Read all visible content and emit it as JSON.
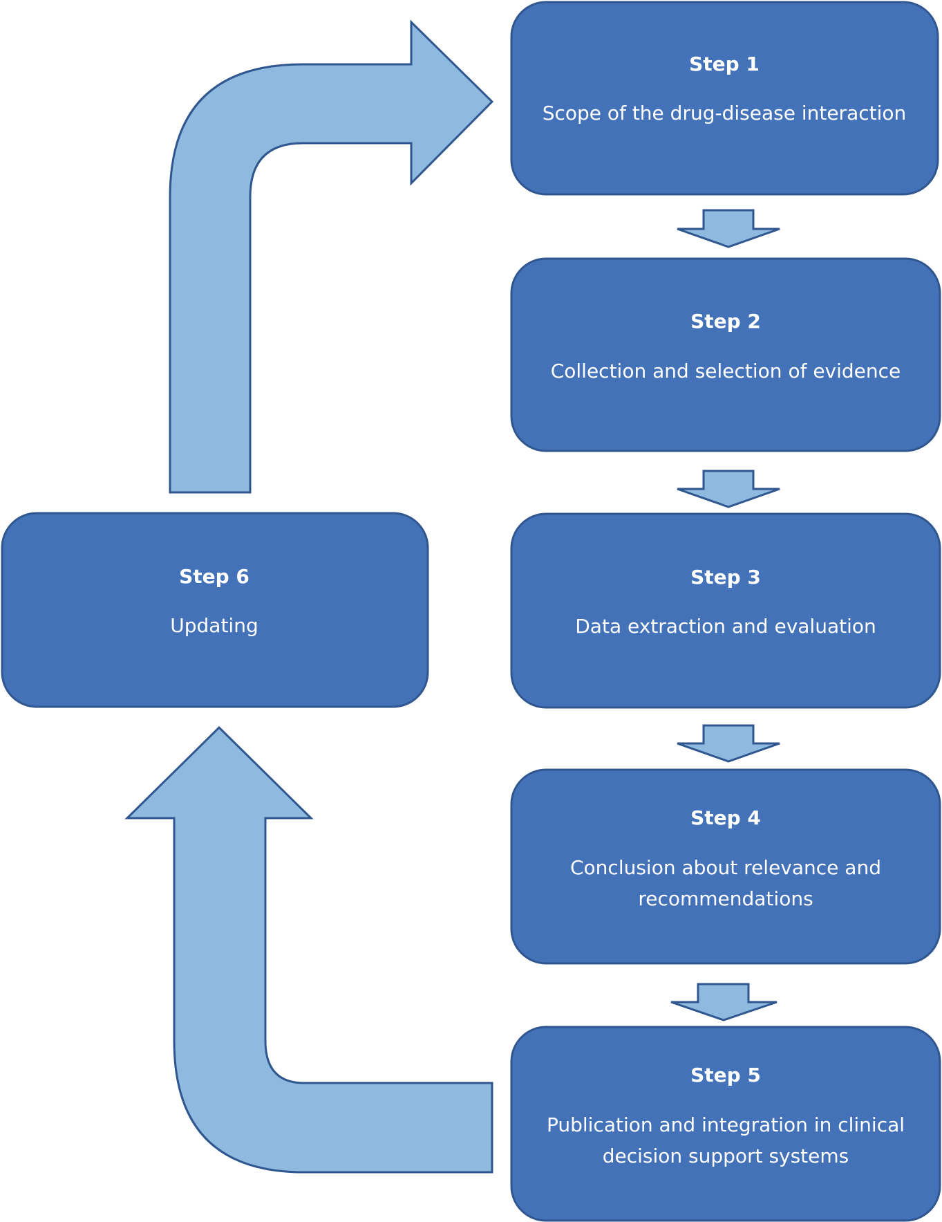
{
  "colors": {
    "box_fill": "#4472b9",
    "box_stroke": "#2f568f",
    "arrow_fill": "#8fbadf",
    "arrow_stroke": "#2f568f",
    "text": "#ffffff"
  },
  "steps": [
    {
      "title": "Step 1",
      "lines": [
        "Scope of the drug-disease interaction"
      ]
    },
    {
      "title": "Step 2",
      "lines": [
        "Collection and selection of evidence"
      ]
    },
    {
      "title": "Step 3",
      "lines": [
        "Data extraction and evaluation"
      ]
    },
    {
      "title": "Step 4",
      "lines": [
        "Conclusion about relevance and",
        "recommendations"
      ]
    },
    {
      "title": "Step 5",
      "lines": [
        "Publication and integration in clinical",
        "decision support systems"
      ]
    },
    {
      "title": "Step 6",
      "lines": [
        "Updating"
      ]
    }
  ]
}
